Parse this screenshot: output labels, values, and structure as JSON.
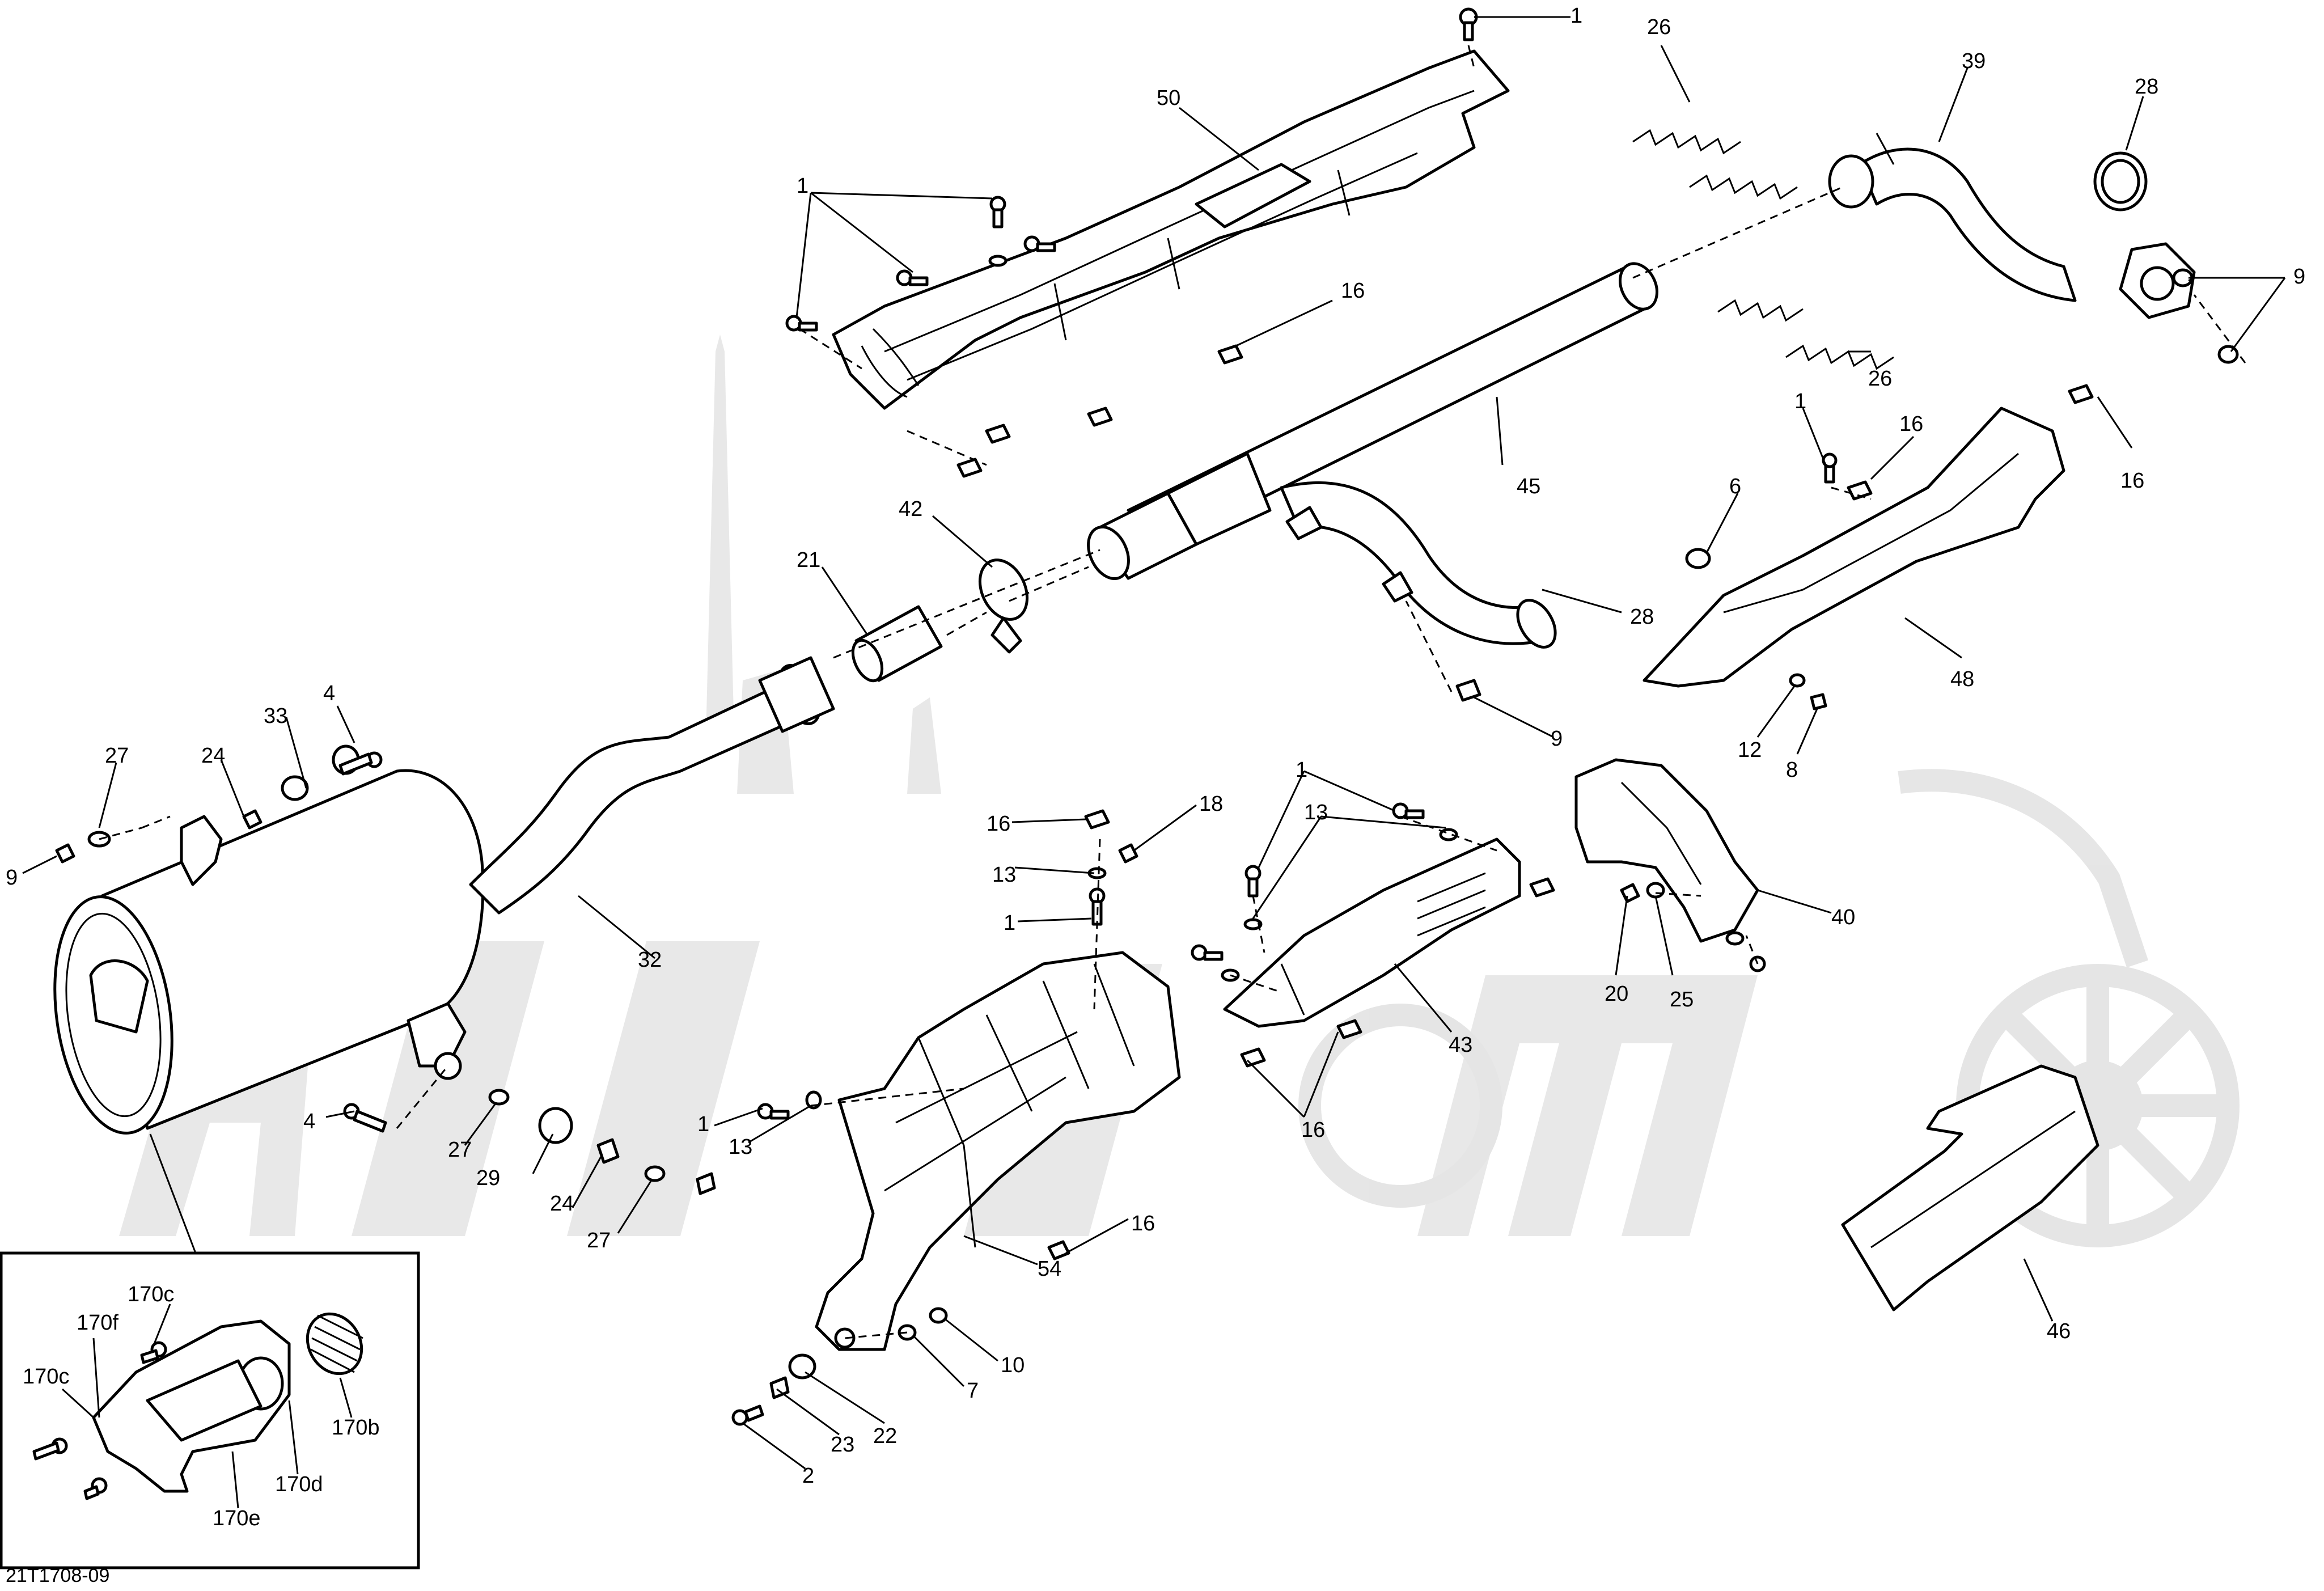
{
  "diagram": {
    "reference_code": "21T1708-09",
    "callouts": {
      "c1a": "1",
      "c26a": "26",
      "c39": "39",
      "c28a": "28",
      "c50": "50",
      "c1b": "1",
      "c16a": "16",
      "c9a": "9",
      "c45": "45",
      "c26b": "26",
      "c1c": "1",
      "c16b": "16",
      "c16c": "16",
      "c6": "6",
      "c42": "42",
      "c21": "21",
      "c28b": "28",
      "c48": "48",
      "c9b": "9",
      "c12": "12",
      "c8": "8",
      "c4a": "4",
      "c33": "33",
      "c27a": "27",
      "c24a": "24",
      "c9c": "9",
      "c1d": "1",
      "c13a": "13",
      "c16d": "16",
      "c18": "18",
      "c13b": "13",
      "c1e": "1",
      "c40": "40",
      "c20": "20",
      "c25": "25",
      "c32": "32",
      "c43": "43",
      "c16e": "16",
      "c4b": "4",
      "c27b": "27",
      "c29": "29",
      "c24b": "24",
      "c27c": "27",
      "c1f": "1",
      "c13c": "13",
      "c16f": "16",
      "c54": "54",
      "c10": "10",
      "c7": "7",
      "c22": "22",
      "c23": "23",
      "c2": "2",
      "c46": "46",
      "i170c_top": "170c",
      "i170f": "170f",
      "i170c_left": "170c",
      "i170b": "170b",
      "i170d": "170d",
      "i170e": "170e"
    }
  }
}
